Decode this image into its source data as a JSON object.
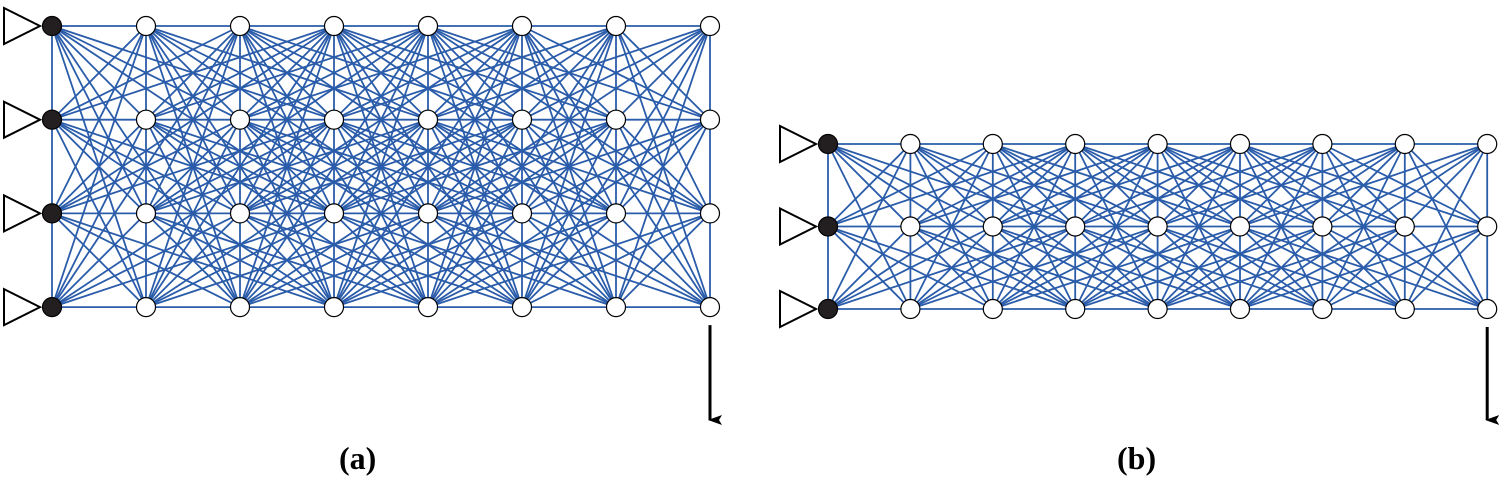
{
  "colors": {
    "member": "#2a5caa",
    "support_node": "#231f20",
    "free_node": "#ffffff",
    "outline": "#000000"
  },
  "panels": [
    {
      "label": "(a)",
      "columns": 8,
      "rows": 4,
      "max_span_columns": 3,
      "supported_column": 0,
      "load": {
        "column": 7,
        "row": 3,
        "direction": "down"
      }
    },
    {
      "label": "(b)",
      "columns": 9,
      "rows": 3,
      "max_span_columns": 3,
      "supported_column": 0,
      "load": {
        "column": 8,
        "row": 2,
        "direction": "down"
      }
    }
  ]
}
